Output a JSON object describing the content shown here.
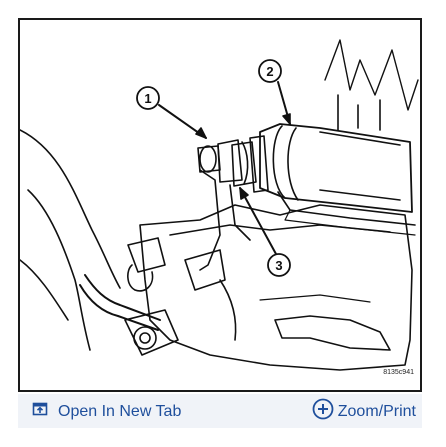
{
  "figure": {
    "callouts": [
      "1",
      "2",
      "3"
    ],
    "code": "8135c941"
  },
  "toolbar": {
    "open_tab_label": "Open In New Tab",
    "open_tab_icon": "open-in-new-tab-icon",
    "zoom_print_label": "Zoom/Print",
    "zoom_print_icon": "zoom-plus-icon",
    "link_color": "#1f4f9c",
    "bar_color": "#f0f3f8"
  }
}
